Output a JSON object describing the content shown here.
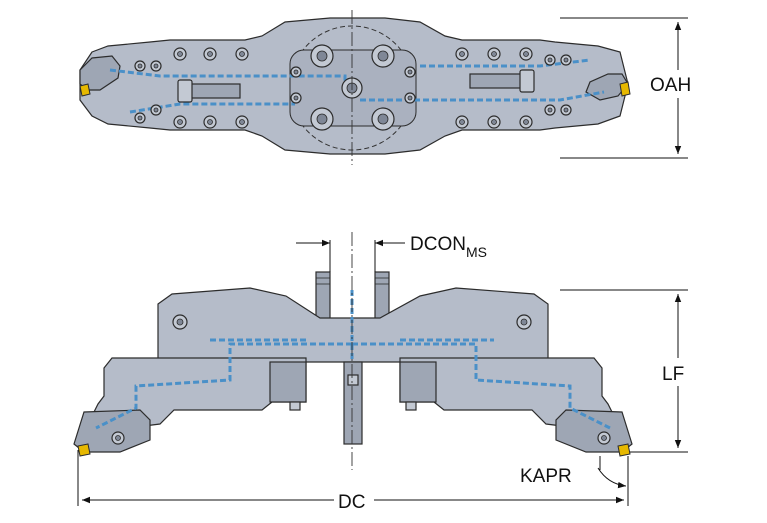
{
  "labels": {
    "oah": "OAH",
    "dcon_main": "DCON",
    "dcon_sub": "MS",
    "lf": "LF",
    "kapr": "KAPR",
    "dc": "DC"
  },
  "colors": {
    "body": "#b5bcc9",
    "coolant": "#4a90c8",
    "insert": "#e6b800",
    "line": "#2c2c2c"
  }
}
